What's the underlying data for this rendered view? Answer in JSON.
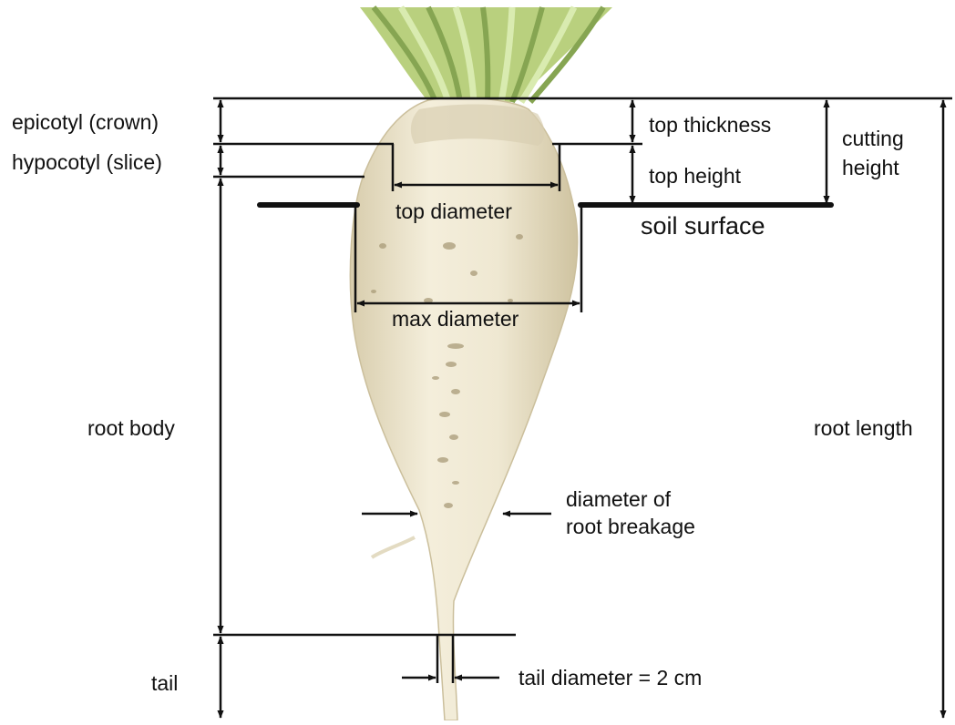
{
  "labels": {
    "epicotyl": "epicotyl (crown)",
    "hypocotyl": "hypocotyl (slice)",
    "root_body": "root body",
    "tail": "tail",
    "top_thickness": "top thickness",
    "top_height": "top height",
    "cutting_height_line1": "cutting",
    "cutting_height_line2": "height",
    "soil_surface": "soil surface",
    "top_diameter": "top diameter",
    "max_diameter": "max diameter",
    "root_length": "root length",
    "breakage_line1": "diameter of",
    "breakage_line2": "root breakage",
    "tail_diameter": "tail diameter = 2 cm"
  },
  "colors": {
    "line": "#111111",
    "root_fill": "#efe8d2",
    "root_shadow": "#d9cfb0",
    "root_spots": "#a89a78",
    "leaf": "#a9c46f",
    "leaf_dark": "#7f9e4a",
    "leaf_light": "#cfe3a0"
  },
  "icons": {
    "arrow": "arrow-head",
    "root": "sugar-beet-photo"
  }
}
